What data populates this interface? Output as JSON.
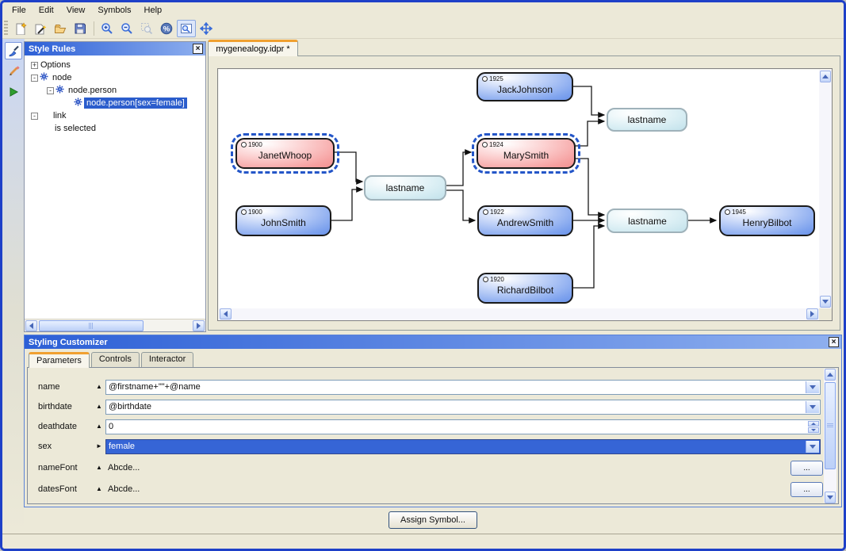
{
  "menu_bar": {
    "items": [
      "File",
      "Edit",
      "View",
      "Symbols",
      "Help"
    ]
  },
  "toolbar": {
    "icons": [
      "new-document",
      "new-from-wizard",
      "open-folder",
      "save",
      "zoom-in",
      "zoom-out",
      "zoom-area",
      "zoom-percent",
      "overview-toggle",
      "pan"
    ]
  },
  "side_dock": {
    "icons": [
      "style-brush",
      "edit-pencil",
      "run-play"
    ],
    "active": "style-brush"
  },
  "style_rules": {
    "title": "Style Rules",
    "close_label": "×",
    "tree": [
      {
        "label": "Options",
        "expander": "+"
      },
      {
        "label": "node",
        "expander": "-",
        "icon": "rule-gear"
      },
      {
        "label": "node.person",
        "expander": "-",
        "icon": "rule-gear"
      },
      {
        "label": "node.person[sex=female]",
        "icon": "rule-gear",
        "selected": true
      },
      {
        "label": "link",
        "expander": "-"
      },
      {
        "label": "is selected"
      }
    ]
  },
  "document_tab": {
    "label": "mygenealogy.idpr *"
  },
  "diagram": {
    "persons": [
      {
        "name": "JackJohnson",
        "birthdate": "1925",
        "sex": "male",
        "selected": false
      },
      {
        "name": "JanetWhoop",
        "birthdate": "1900",
        "sex": "female",
        "selected": true
      },
      {
        "name": "MarySmith",
        "birthdate": "1924",
        "sex": "female",
        "selected": true
      },
      {
        "name": "JohnSmith",
        "birthdate": "1900",
        "sex": "male",
        "selected": false
      },
      {
        "name": "AndrewSmith",
        "birthdate": "1922",
        "sex": "male",
        "selected": false
      },
      {
        "name": "HenryBilbot",
        "birthdate": "1945",
        "sex": "male",
        "selected": false
      },
      {
        "name": "RichardBilbot",
        "birthdate": "1920",
        "sex": "male",
        "selected": false
      }
    ],
    "family_nodes": [
      {
        "label": "lastname"
      },
      {
        "label": "lastname"
      },
      {
        "label": "lastname"
      }
    ]
  },
  "styling_customizer": {
    "title": "Styling Customizer",
    "close_label": "×",
    "tabs": [
      "Parameters",
      "Controls",
      "Interactor"
    ],
    "active_tab": "Parameters",
    "params": [
      {
        "label": "name",
        "marker": "▲",
        "value": "@firstname+\"\"+@name",
        "control": "combo"
      },
      {
        "label": "birthdate",
        "marker": "▲",
        "value": "@birthdate",
        "control": "combo"
      },
      {
        "label": "deathdate",
        "marker": "▲",
        "value": "0",
        "control": "spinner"
      },
      {
        "label": "sex",
        "marker": "►",
        "value": "female",
        "control": "combo-selected"
      },
      {
        "label": "nameFont",
        "marker": "▲",
        "value": "Abcde...",
        "control": "font-button"
      },
      {
        "label": "datesFont",
        "marker": "▲",
        "value": "Abcde...",
        "control": "font-button"
      }
    ],
    "assign_button_label": "Assign Symbol...",
    "dots_button_label": "..."
  },
  "colors": {
    "titlebar_blue": "#2c5fd6",
    "node_male_blue": "#4a7ce6",
    "node_female_red": "#ee7d7d",
    "family_node_cyan": "#a5d2df",
    "selection_dash_blue": "#2456c8",
    "tree_selection_blue": "#2b5dcc",
    "active_tab_orange": "#f0a030"
  }
}
